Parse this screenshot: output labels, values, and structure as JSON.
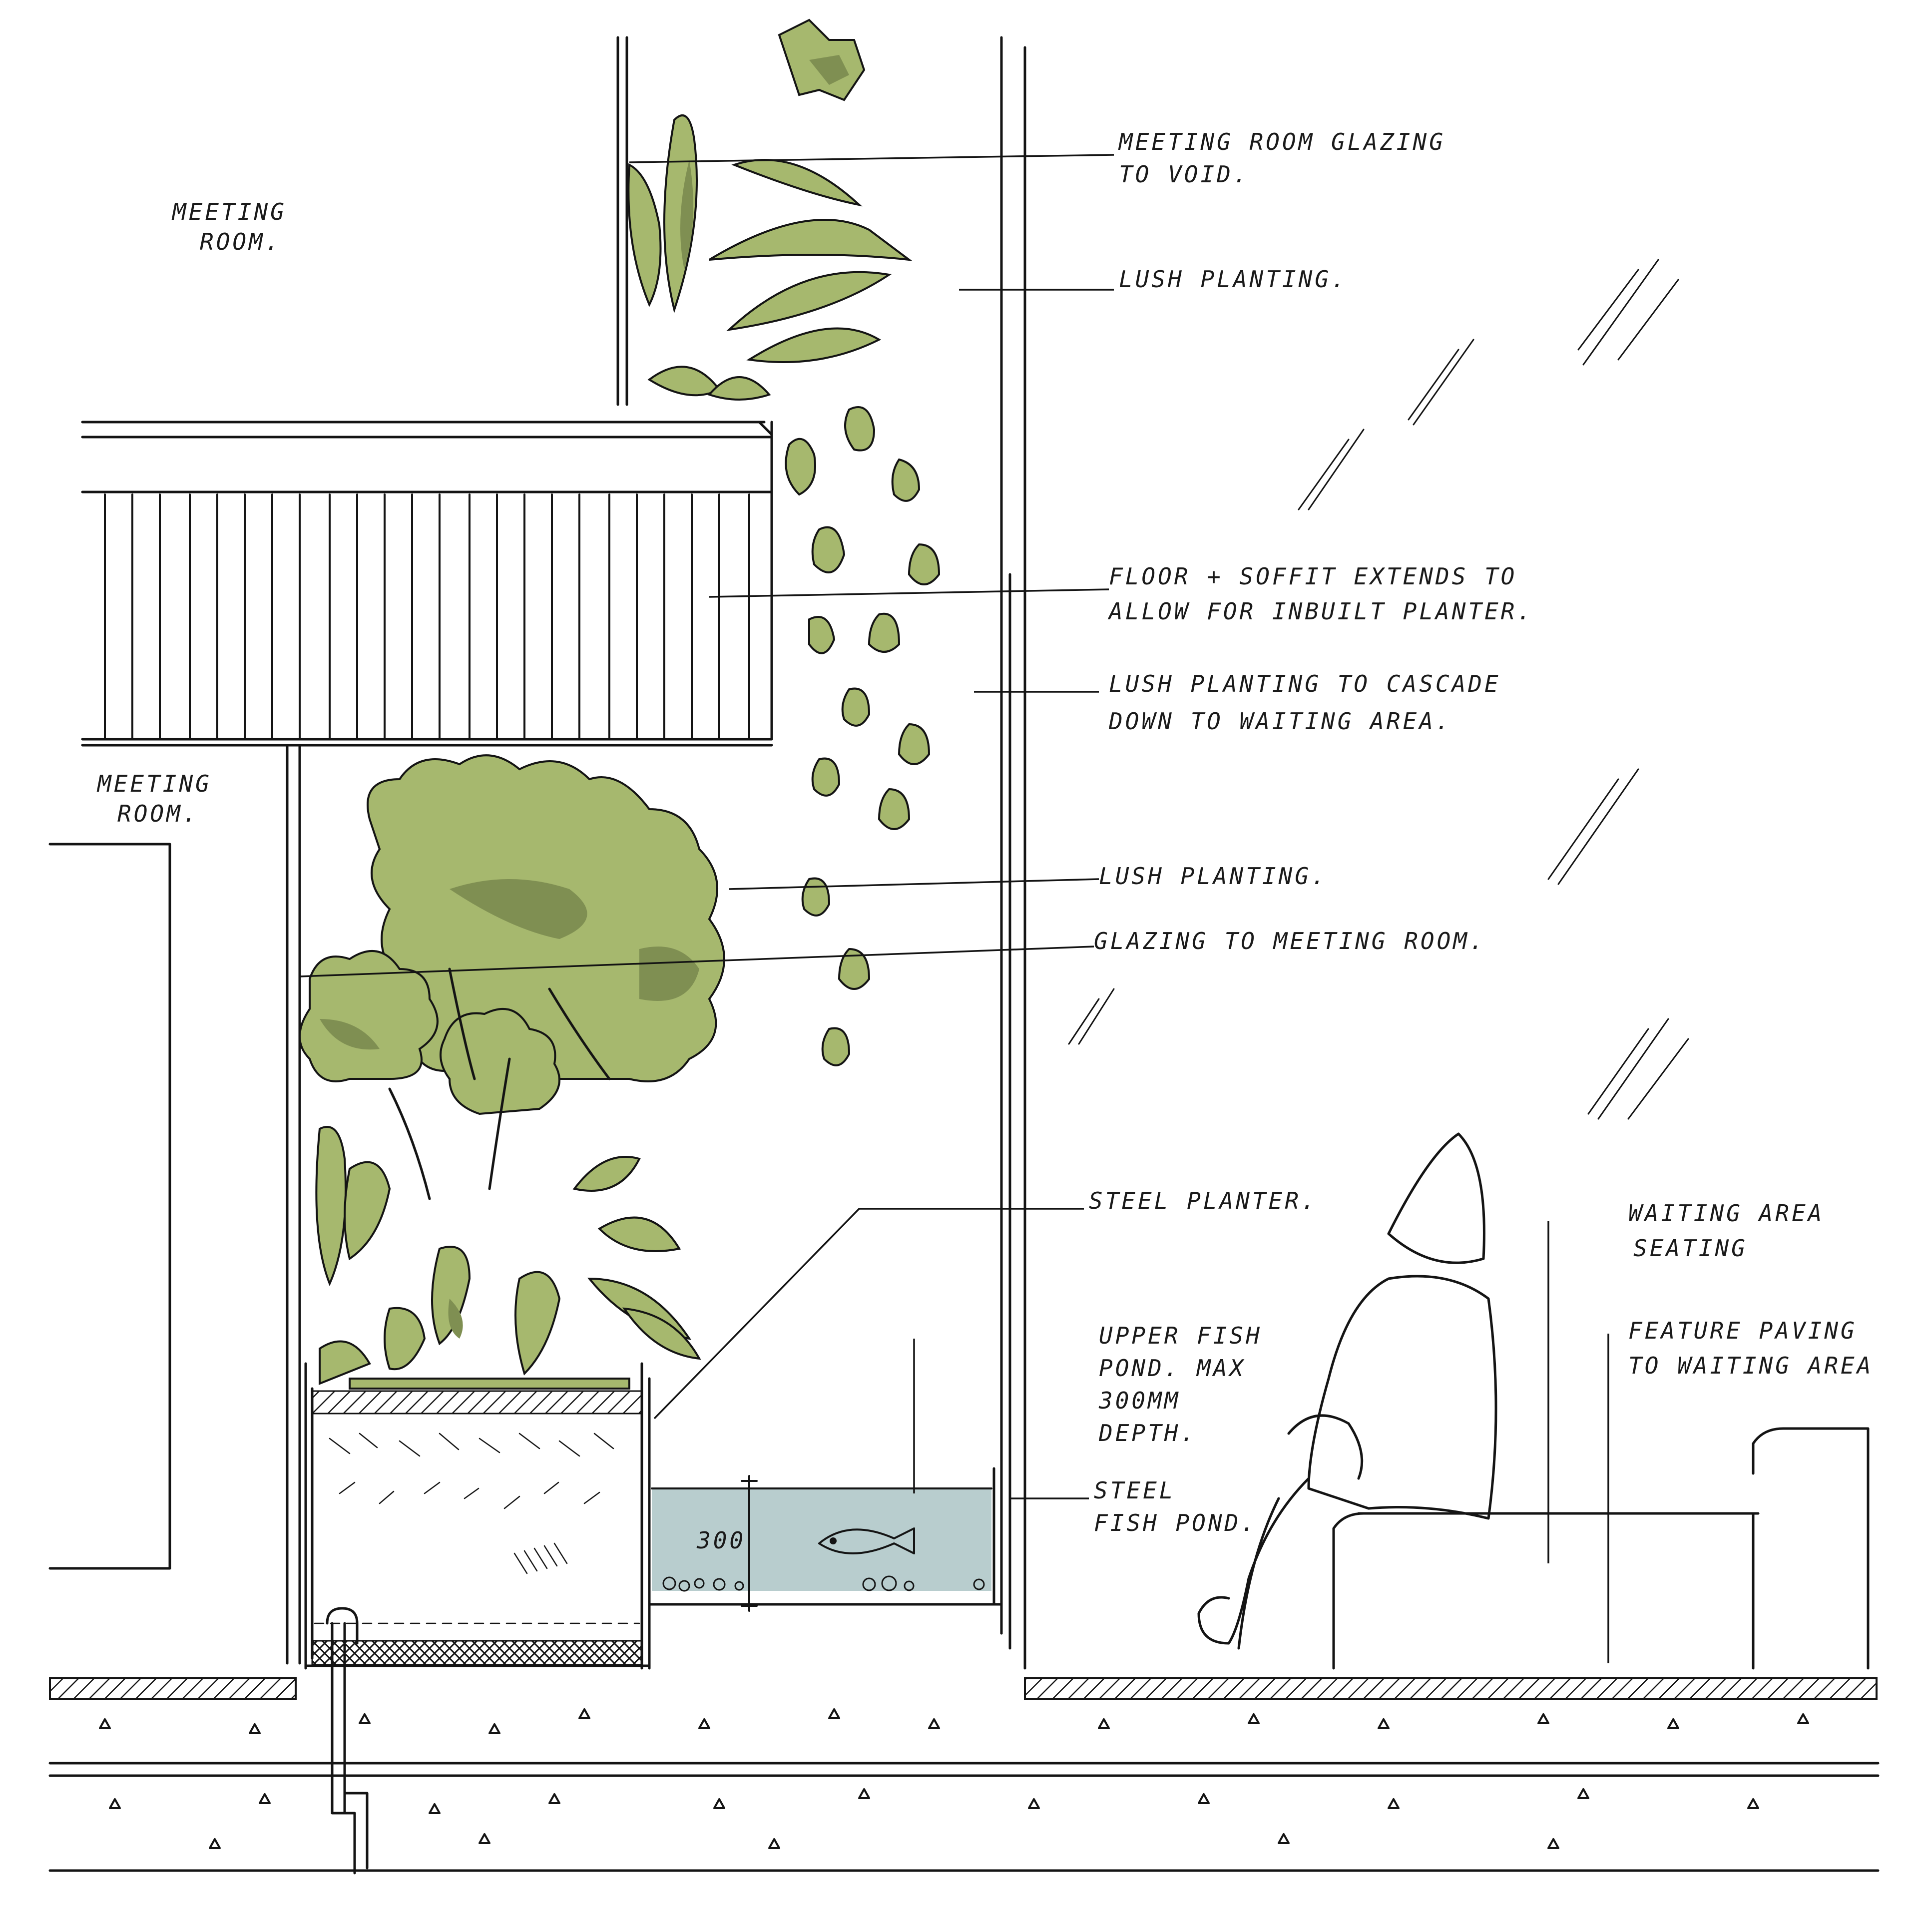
{
  "colors": {
    "ink": "#141414",
    "planting": "#a6b86e",
    "planting_shadow": "#7f8f52",
    "water": "#b8cdce",
    "paper": "#ffffff"
  },
  "labels": {
    "meeting_room_upper": [
      "MEETING",
      "ROOM."
    ],
    "meeting_room_lower": [
      "MEETING",
      "ROOM."
    ],
    "meeting_room_glazing_void": [
      "MEETING ROOM GLAZING",
      "TO VOID."
    ],
    "lush_planting_top": [
      "LUSH PLANTING."
    ],
    "floor_soffit": [
      "FLOOR + SOFFIT EXTENDS TO",
      "ALLOW FOR INBUILT PLANTER."
    ],
    "lush_planting_cascade": [
      "LUSH PLANTING TO  CASCADE",
      "DOWN TO WAITING AREA."
    ],
    "lush_planting_mid": [
      "LUSH  PLANTING."
    ],
    "glazing_meeting_room": [
      "GLAZING TO MEETING ROOM."
    ],
    "steel_planter": [
      "STEEL PLANTER."
    ],
    "upper_fish_pond": [
      "UPPER FISH",
      "POND. MAX",
      "300MM",
      "DEPTH."
    ],
    "steel_fish_pond": [
      "STEEL",
      "FISH POND."
    ],
    "waiting_area_seating": [
      "WAITING AREA",
      "SEATING"
    ],
    "feature_paving": [
      "FEATURE PAVING",
      "TO WAITING AREA"
    ],
    "pond_dimension": "300"
  }
}
